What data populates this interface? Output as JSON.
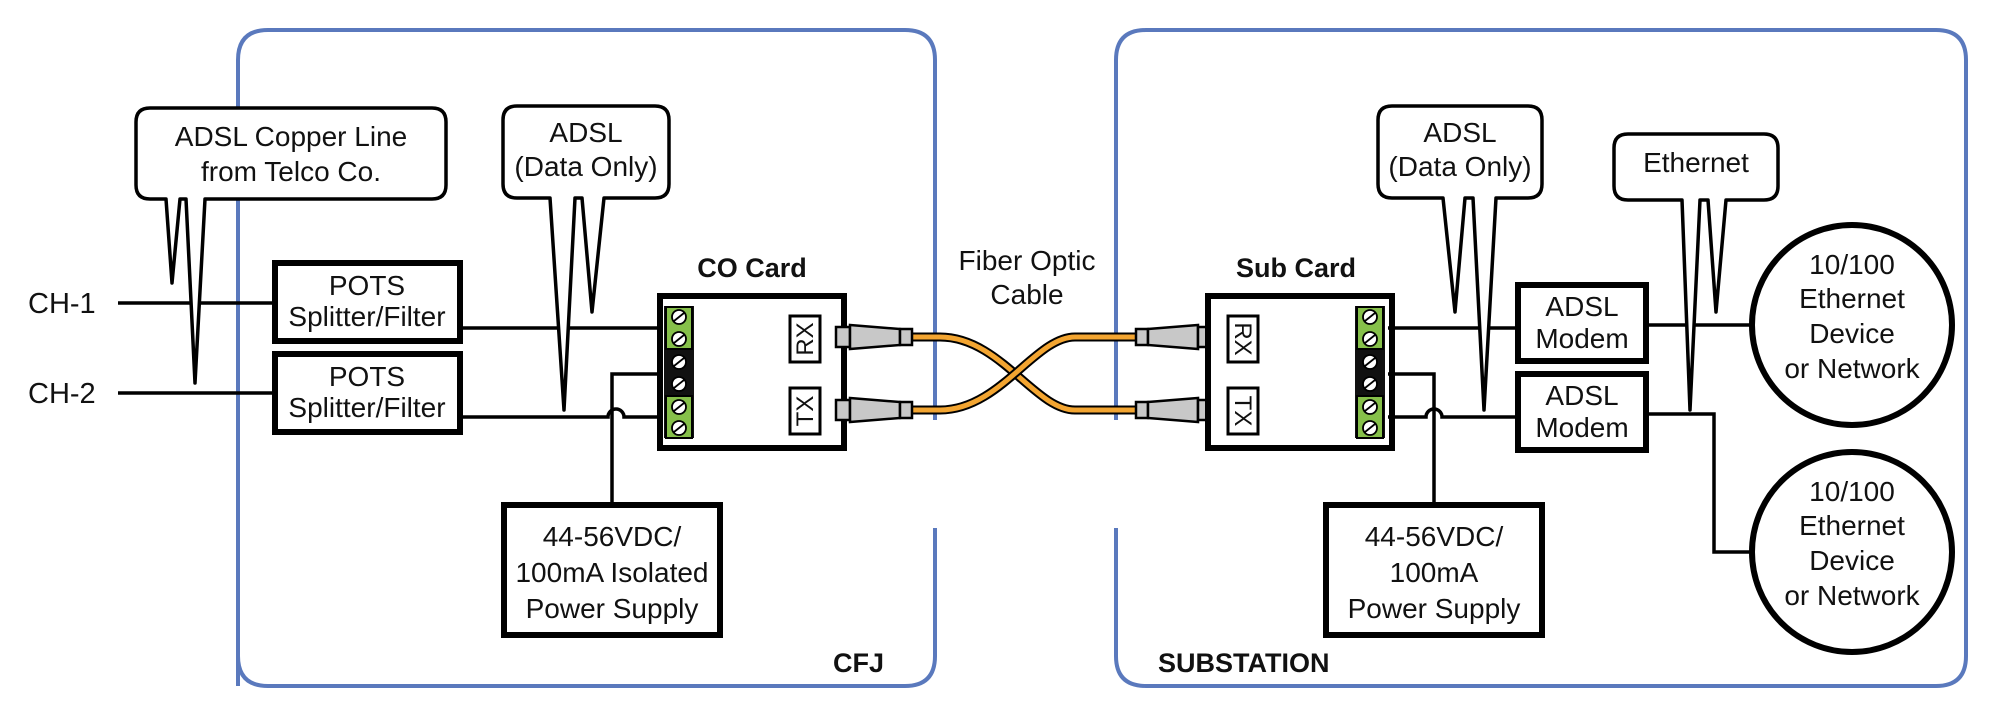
{
  "colors": {
    "region_border": "#5a79bd",
    "terminal_green": "#86c04a",
    "fiber_orange": "#f3a531",
    "connector_gray": "#c8c8c8"
  },
  "regions": {
    "left": "CFJ",
    "right": "SUBSTATION"
  },
  "channels": [
    "CH-1",
    "CH-2"
  ],
  "callouts": {
    "copper_line": [
      "ADSL Copper Line",
      "from Telco Co."
    ],
    "adsl_left": [
      "ADSL",
      "(Data Only)"
    ],
    "adsl_right": [
      "ADSL",
      "(Data Only)"
    ],
    "ethernet": "Ethernet"
  },
  "pots_filter": [
    "POTS",
    "Splitter/Filter"
  ],
  "co_card": {
    "title": "CO Card",
    "rx": "RX",
    "tx": "TX"
  },
  "sub_card": {
    "title": "Sub Card",
    "rx": "RX",
    "tx": "TX"
  },
  "fiber_label": [
    "Fiber Optic",
    "Cable"
  ],
  "power_left": [
    "44-56VDC/",
    "100mA Isolated",
    "Power Supply"
  ],
  "power_right": [
    "44-56VDC/",
    "100mA",
    "Power Supply"
  ],
  "modem": [
    "ADSL",
    "Modem"
  ],
  "ethernet_device": [
    "10/100",
    "Ethernet",
    "Device",
    "or Network"
  ]
}
